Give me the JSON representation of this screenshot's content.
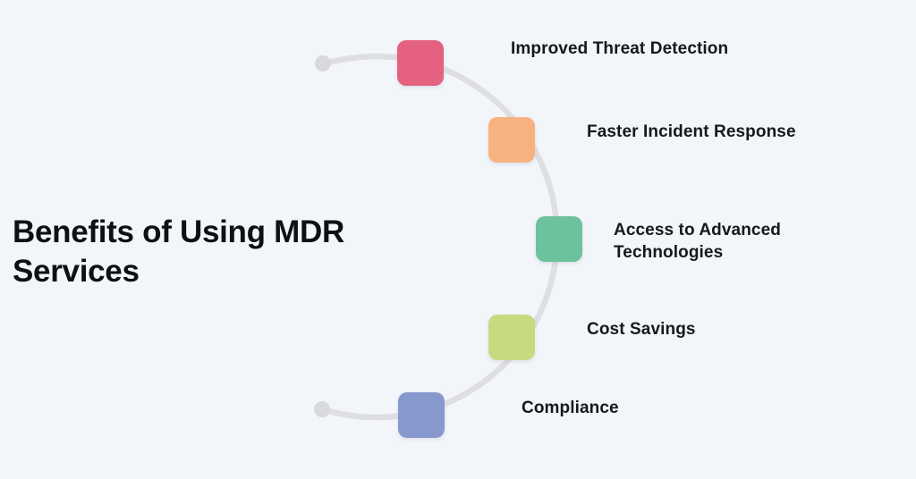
{
  "title": "Benefits of Using MDR Services",
  "colors": {
    "background": "#f2f5fa",
    "arc": "#dfdfe2",
    "endpoint_dot": "#d9d9dc",
    "title_text": "#0f1013",
    "label_text": "#17181b"
  },
  "benefits": [
    {
      "label": "Improved Threat Detection",
      "color": "#e4627f"
    },
    {
      "label": "Faster Incident Response",
      "color": "#f8b282"
    },
    {
      "label": "Access to Advanced Technologies",
      "color": "#6cc29d"
    },
    {
      "label": "Cost Savings",
      "color": "#c8da80"
    },
    {
      "label": "Compliance",
      "color": "#8798cd"
    }
  ]
}
